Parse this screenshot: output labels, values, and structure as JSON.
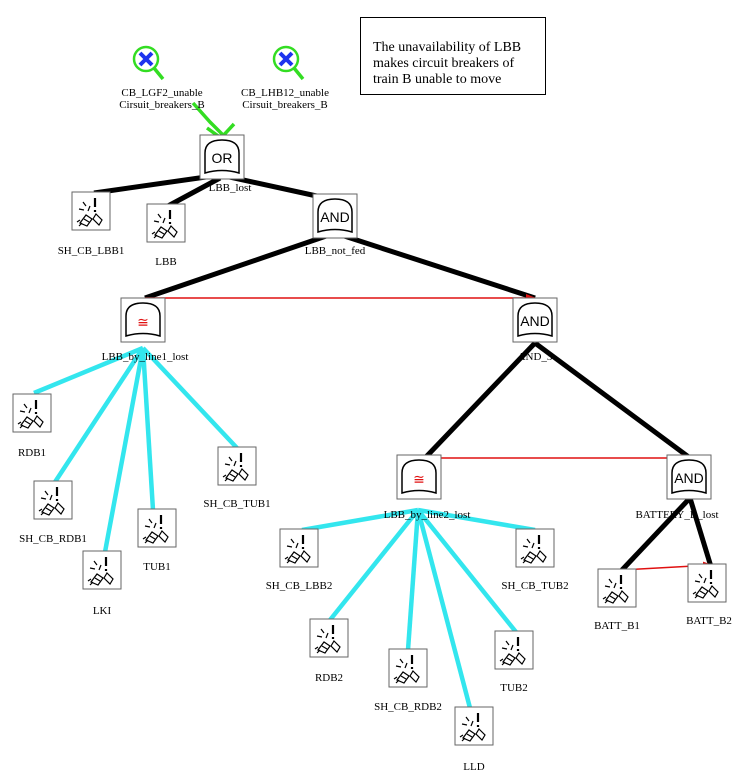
{
  "note": "The unavailability of LBB makes circuit breakers of  train B unable to move",
  "colors": {
    "black_link": "#000000",
    "cyan_link": "#33e6ee",
    "red_link": "#e01010",
    "green_link": "#33dd22",
    "uncertain_icon": "#1e33ee"
  },
  "top_events": [
    {
      "name": "CB_LGF2_unable",
      "sub": "Cirsuit_breakers_B",
      "icon": "blue-x-magnifier-icon"
    },
    {
      "name": "CB_LHB12_unable",
      "sub": "Cirsuit_breakers_B",
      "icon": "blue-x-magnifier-icon"
    }
  ],
  "gates": {
    "lbb_lost": {
      "symbol": "OR",
      "label": "LBB_lost"
    },
    "lbb_not_fed": {
      "symbol": "AND",
      "label": "LBB_not_fed"
    },
    "lbb_by_line1_lost": {
      "symbol": "≅",
      "label": "LBB_by_line1_lost"
    },
    "and_3": {
      "symbol": "AND",
      "label": "AND_3"
    },
    "lbb_by_line2_lost": {
      "symbol": "≅",
      "label": "LBB_by_line2_lost"
    },
    "battery_b_lost": {
      "symbol": "AND",
      "label": "BATTERY_B_lost"
    }
  },
  "basic_events": {
    "sh_cb_lbb1": "SH_CB_LBB1",
    "lbb": "LBB",
    "rdb1": "RDB1",
    "sh_cb_rdb1": "SH_CB_RDB1",
    "lki": "LKI",
    "tub1": "TUB1",
    "sh_cb_tub1": "SH_CB_TUB1",
    "sh_cb_lbb2": "SH_CB_LBB2",
    "rdb2": "RDB2",
    "sh_cb_rdb2": "SH_CB_RDB2",
    "lld": "LLD",
    "tub2": "TUB2",
    "sh_cb_tub2": "SH_CB_TUB2",
    "batt_b1": "BATT_B1",
    "batt_b2": "BATT_B2"
  }
}
